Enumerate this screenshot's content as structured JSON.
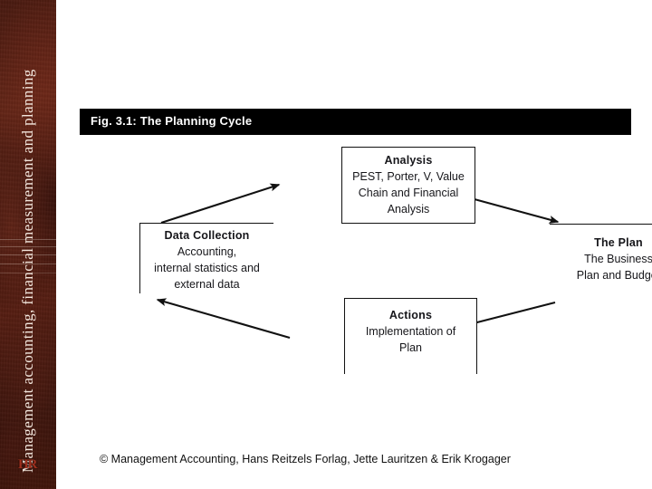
{
  "banner": {
    "vertical_title": "Management accounting, financial measurement and planning",
    "logo": "HR",
    "background_color": "#4a1a10",
    "text_color": "#f2e6dd",
    "logo_color": "#9e2f1d"
  },
  "figure": {
    "title": "Fig. 3.1: The Planning Cycle",
    "title_bar_color": "#000000",
    "title_text_color": "#ffffff"
  },
  "diagram": {
    "type": "cycle",
    "line_color": "#111111",
    "nodes": [
      {
        "id": "analysis",
        "heading": "Analysis",
        "lines": [
          "PEST, Porter, V, Value",
          "Chain and Financial",
          "Analysis"
        ],
        "border": "full"
      },
      {
        "id": "plan",
        "heading": "The Plan",
        "lines": [
          "The Business",
          "Plan and Budget"
        ],
        "border": "top"
      },
      {
        "id": "actions",
        "heading": "Actions",
        "lines": [
          "Implementation of",
          "Plan"
        ],
        "border": "open-bottom"
      },
      {
        "id": "data-collection",
        "heading": "Data Collection",
        "lines": [
          "Accounting,",
          "internal statistics and",
          "external data"
        ],
        "border": "top-left"
      }
    ],
    "arrows": [
      {
        "from": "data-collection",
        "to": "analysis"
      },
      {
        "from": "analysis",
        "to": "plan"
      },
      {
        "from": "plan",
        "to": "actions"
      },
      {
        "from": "actions",
        "to": "data-collection"
      }
    ]
  },
  "caption": {
    "text": "© Management Accounting, Hans Reitzels Forlag, Jette Lauritzen & Erik Krogager"
  }
}
